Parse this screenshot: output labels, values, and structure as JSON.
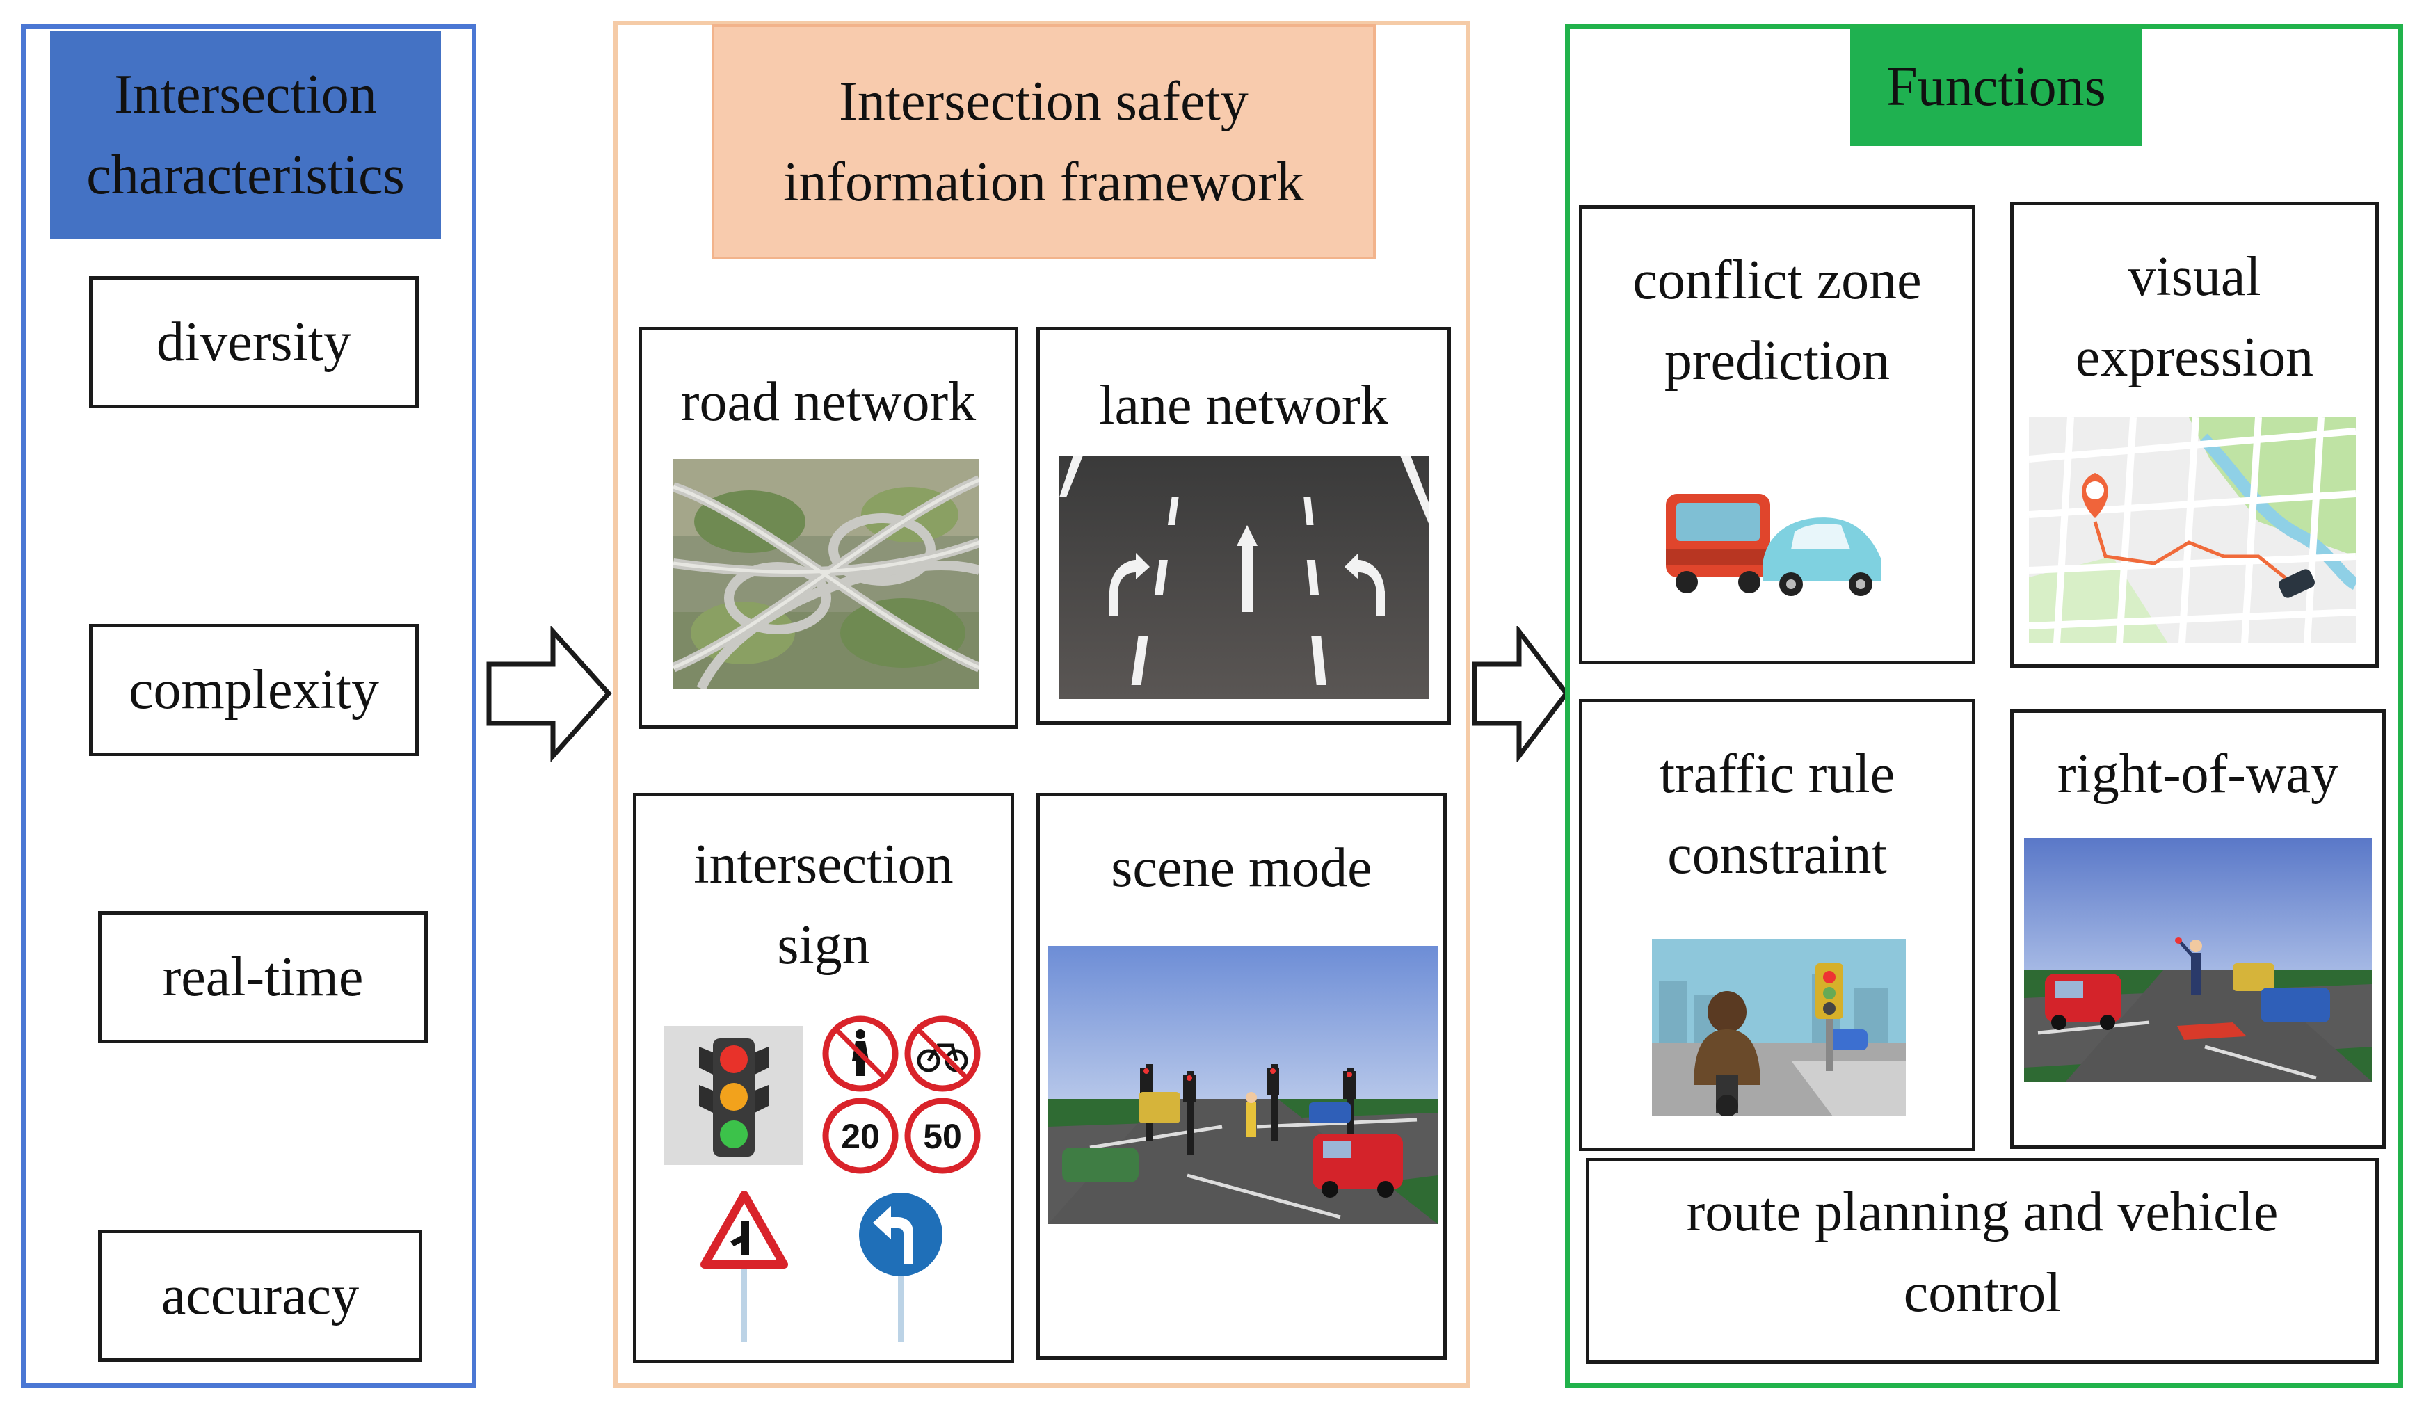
{
  "left": {
    "header": "Intersection characteristics",
    "header_lines": [
      "Intersection",
      "characteristics"
    ],
    "items": [
      "diversity",
      "complexity",
      "real-time",
      "accuracy"
    ]
  },
  "middle": {
    "header_lines": [
      "Intersection safety",
      "information framework"
    ],
    "cells": {
      "road_network": "road network",
      "lane_network": "lane network",
      "intersection_sign": [
        "intersection",
        "sign"
      ],
      "scene_mode": "scene mode"
    },
    "signs": {
      "speed_a": "20",
      "speed_b": "50"
    }
  },
  "right": {
    "header": "Functions",
    "cells": {
      "conflict_zone": [
        "conflict zone",
        "prediction"
      ],
      "visual_expression": [
        "visual",
        "expression"
      ],
      "traffic_rule": [
        "traffic rule",
        "constraint"
      ],
      "right_of_way": "right-of-way",
      "route_planning": [
        "route planning and vehicle",
        "control"
      ]
    }
  },
  "colors": {
    "left_border": "#4a77d4",
    "left_header": "#4472c4",
    "middle_border": "#f5cba7",
    "middle_header": "#f8cbad",
    "right_border": "#21b24b",
    "right_header": "#1fb150"
  }
}
